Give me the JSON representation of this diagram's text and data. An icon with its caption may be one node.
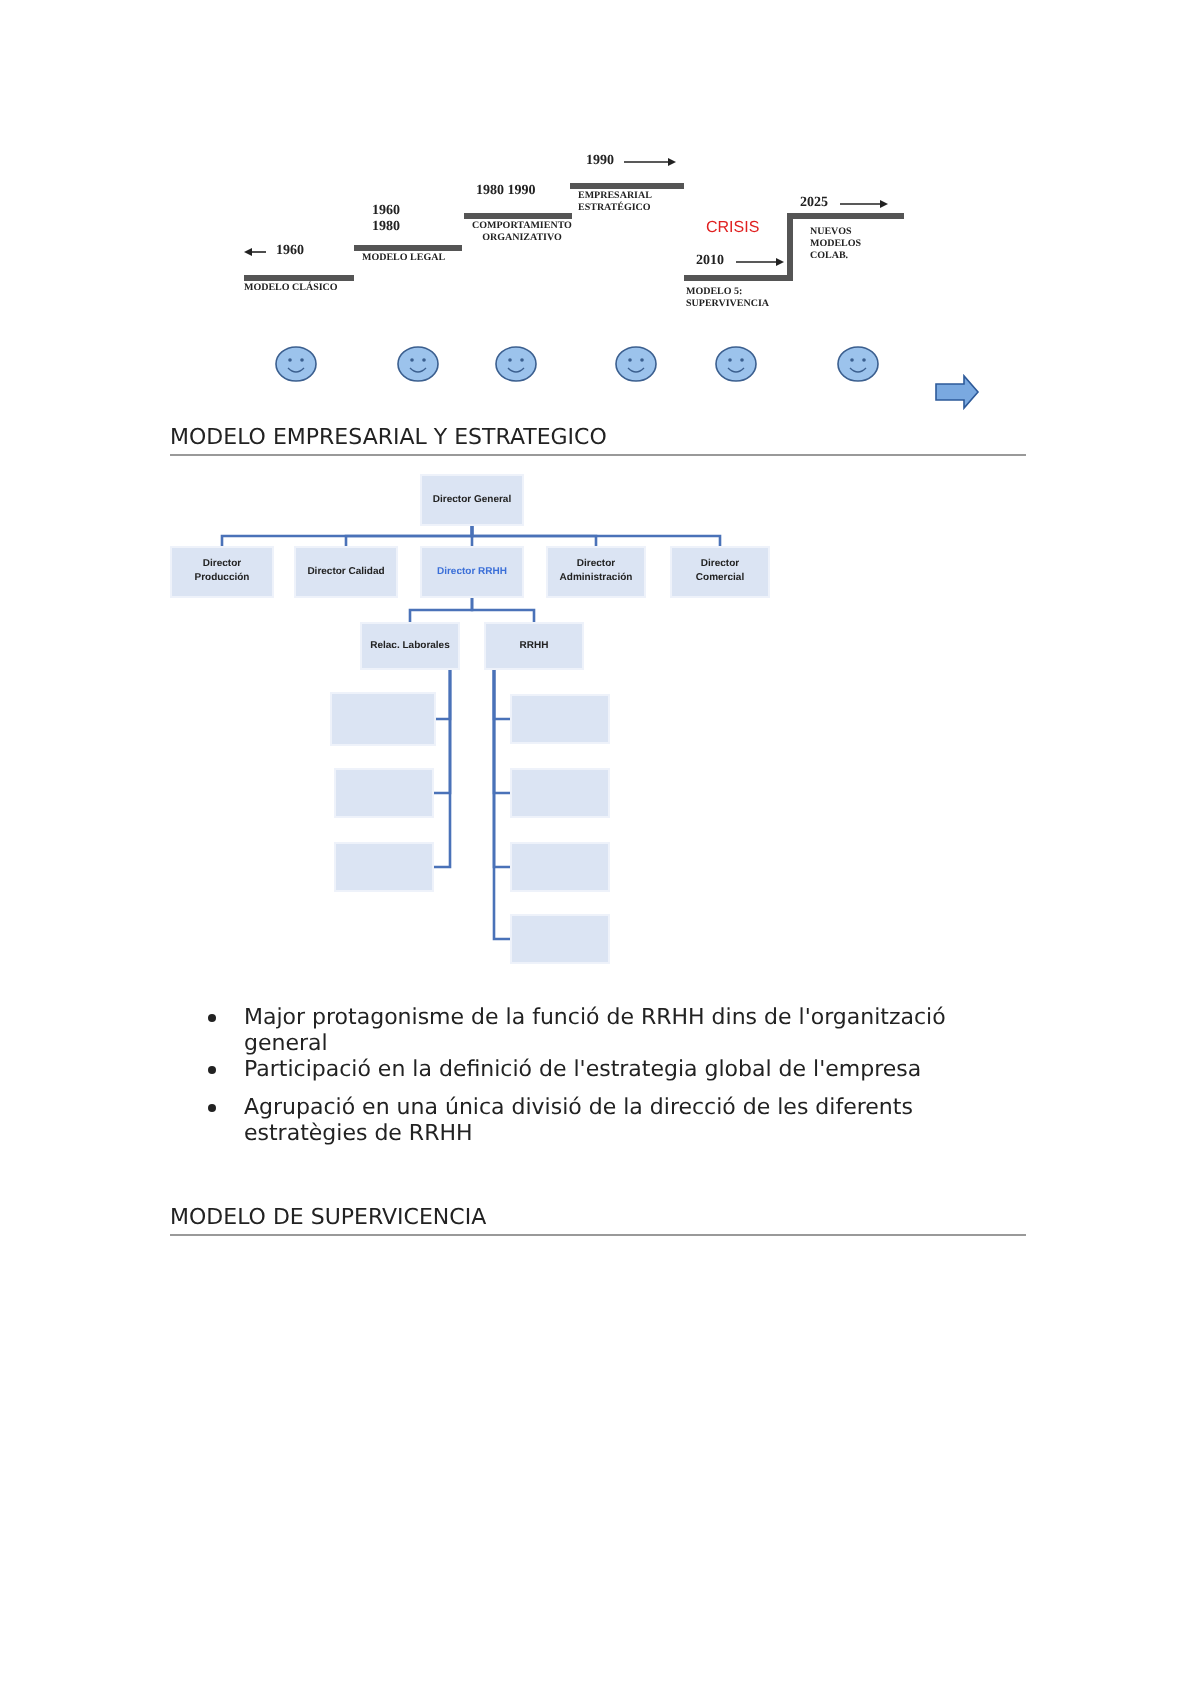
{
  "diagram": {
    "nodes": [
      {
        "text": [
          "Director General"
        ]
      },
      {
        "text": [
          "Director Producción"
        ]
      },
      {
        "text": [
          "Director Calidad"
        ]
      },
      {
        "text": [
          "Director RRHH"
        ]
      },
      {
        "text": [
          "Director Administración"
        ]
      },
      {
        "text": [
          "Director Comercial"
        ]
      },
      {
        "text": [
          "Relac. Laborales"
        ]
      },
      {
        "text": [
          "RRHH"
        ]
      },
      {
        "text": [],
        "shape": "box"
      },
      {
        "text": [],
        "shape": "box"
      },
      {
        "text": [],
        "shape": "box"
      },
      {
        "text": [],
        "shape": "box"
      },
      {
        "text": [],
        "shape": "box"
      },
      {
        "text": [],
        "shape": "box"
      },
      {
        "text": [],
        "shape": "box"
      }
    ],
    "edges": [
      {
        "from": 0,
        "to": 1,
        "arrow": "none"
      },
      {
        "from": 0,
        "to": 2,
        "arrow": "none"
      },
      {
        "from": 0,
        "to": 3,
        "arrow": "none"
      },
      {
        "from": 0,
        "to": 4,
        "arrow": "none"
      },
      {
        "from": 0,
        "to": 5,
        "arrow": "none"
      },
      {
        "from": 3,
        "to": 6,
        "arrow": "none"
      },
      {
        "from": 3,
        "to": 7,
        "arrow": "none"
      },
      {
        "from": 6,
        "to": 8,
        "arrow": "none"
      },
      {
        "from": 6,
        "to": 9,
        "arrow": "none"
      },
      {
        "from": 6,
        "to": 10,
        "arrow": "none"
      },
      {
        "from": 7,
        "to": 11,
        "arrow": "none"
      },
      {
        "from": 7,
        "to": 12,
        "arrow": "none"
      },
      {
        "from": 7,
        "to": 13,
        "arrow": "none"
      },
      {
        "from": 7,
        "to": 14,
        "arrow": "none"
      }
    ],
    "labels": [
      "1960",
      "MODELO CLÁSICO",
      "1960 1980",
      "MODELO LEGAL",
      "1980 1990",
      "COMPORTAMIENTO ORGANIZATIVO",
      "1990",
      "EMPRESARIAL ESTRATÉGICO",
      "CRISIS",
      "2010",
      "MODELO 5: SUPERVIVENCIA",
      "2025",
      "NUEVOS MODELOS COLAB.",
      "MODELO EMPRESARIAL Y ESTRATEGICO",
      "Major protagonisme de la funció de RRHH dins de l'organització general",
      "Participació en la definició de l'estrategia global de l'empresa",
      "Agrupació en una única divisió de la direcció de les diferents estratègies de RRHH",
      "MODELO DE SUPERVICENCIA"
    ]
  }
}
